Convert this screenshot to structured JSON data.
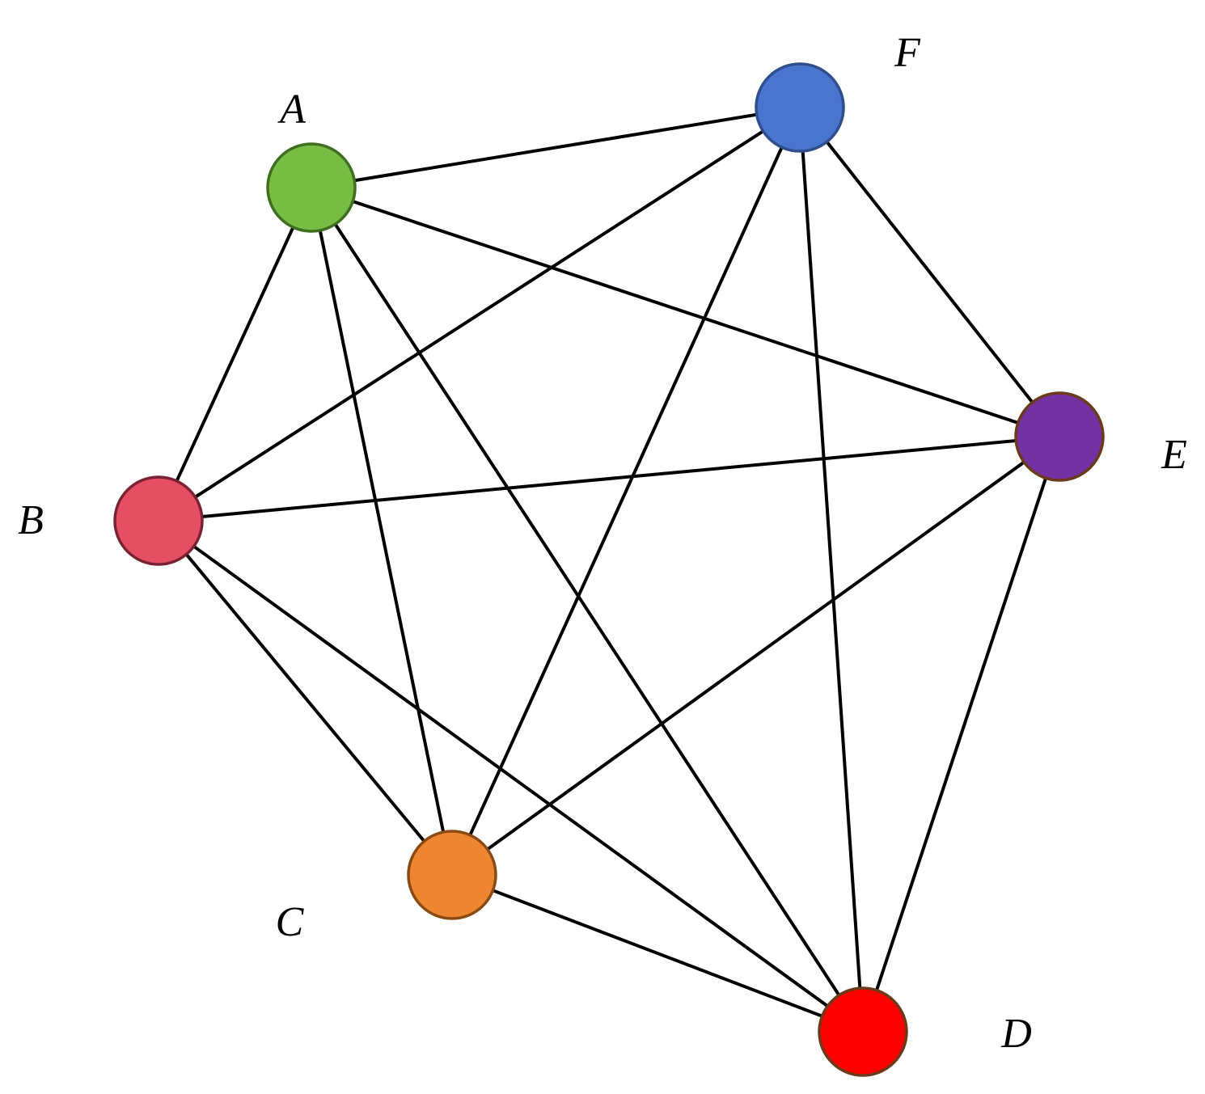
{
  "graph": {
    "nodes": [
      {
        "id": "A",
        "label": "A",
        "fill": "#77BD43",
        "stroke": "#3F6E1F"
      },
      {
        "id": "B",
        "label": "B",
        "fill": "#E54E63",
        "stroke": "#7A2233"
      },
      {
        "id": "C",
        "label": "C",
        "fill": "#EE8631",
        "stroke": "#8A4A14"
      },
      {
        "id": "D",
        "label": "D",
        "fill": "#FF0000",
        "stroke": "#6B3A1A"
      },
      {
        "id": "E",
        "label": "E",
        "fill": "#7232A2",
        "stroke": "#6B3A1A"
      },
      {
        "id": "F",
        "label": "F",
        "fill": "#4975CE",
        "stroke": "#2F4E8E"
      }
    ],
    "edges": [
      [
        "A",
        "F"
      ],
      [
        "A",
        "B"
      ],
      [
        "A",
        "C"
      ],
      [
        "A",
        "D"
      ],
      [
        "A",
        "E"
      ],
      [
        "F",
        "B"
      ],
      [
        "F",
        "C"
      ],
      [
        "F",
        "D"
      ],
      [
        "F",
        "E"
      ],
      [
        "B",
        "E"
      ],
      [
        "B",
        "C"
      ],
      [
        "B",
        "D"
      ],
      [
        "C",
        "E"
      ],
      [
        "C",
        "D"
      ],
      [
        "E",
        "D"
      ]
    ],
    "edge_color": "#000000"
  }
}
